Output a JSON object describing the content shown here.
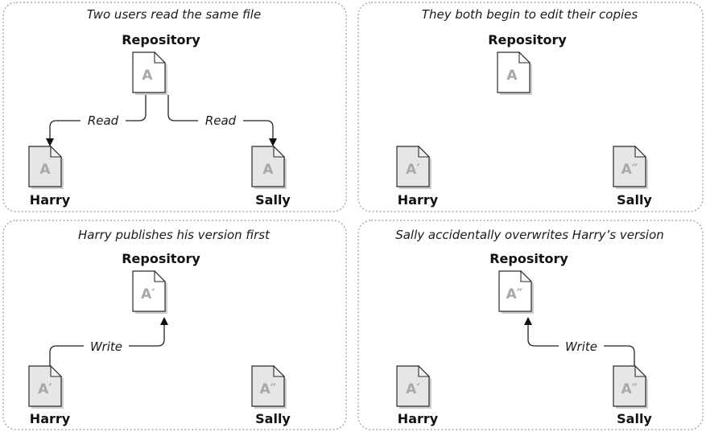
{
  "labels": {
    "repository": "Repository",
    "harry": "Harry",
    "sally": "Sally",
    "read": "Read",
    "write": "Write"
  },
  "panels": [
    {
      "caption": "Two users read the same file",
      "repository_doc": "A",
      "harry_doc": "A",
      "sally_doc": "A"
    },
    {
      "caption": "They both begin to edit their copies",
      "repository_doc": "A",
      "harry_doc": "A′",
      "sally_doc": "A″"
    },
    {
      "caption": "Harry publishes his version first",
      "repository_doc": "A′",
      "harry_doc": "A′",
      "sally_doc": "A″"
    },
    {
      "caption": "Sally accidentally overwrites Harry’s version",
      "repository_doc": "A″",
      "harry_doc": "A′",
      "sally_doc": "A″"
    }
  ]
}
